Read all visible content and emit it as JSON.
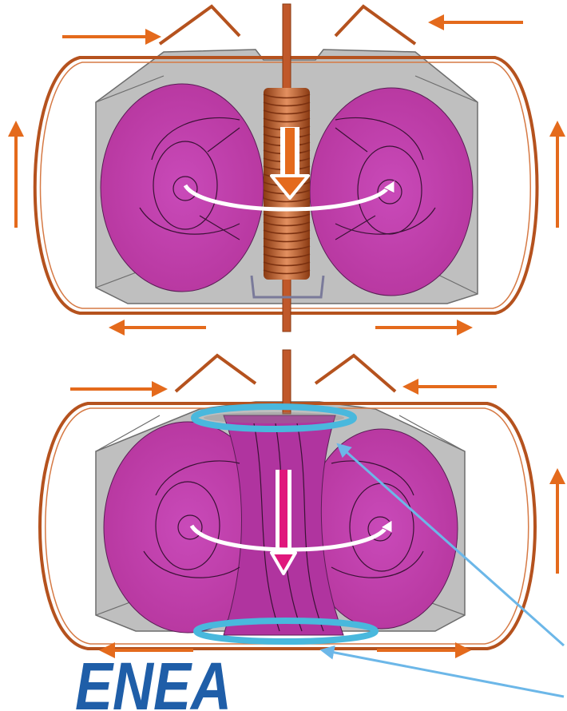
{
  "panels": [
    {
      "id": "top",
      "name": "solenoid-startup",
      "has_central_solenoid": true,
      "has_ring_electrodes": false,
      "center_arrow_color": "#e46a1c"
    },
    {
      "id": "bottom",
      "name": "helicity-injection-startup",
      "has_central_solenoid": false,
      "has_ring_electrodes": true,
      "center_arrow_color": "#e0177c"
    }
  ],
  "colors": {
    "coil": "#b5521e",
    "arrow": "#e46a1c",
    "plasma": "#c23fb0",
    "plasma_core": "#b0349f",
    "vessel": "#bfbfbf",
    "electrode": "#49b8dd",
    "pointer": "#6cb7e8",
    "logo": "#1f5ea8"
  },
  "logo": {
    "text": "ENEA"
  }
}
